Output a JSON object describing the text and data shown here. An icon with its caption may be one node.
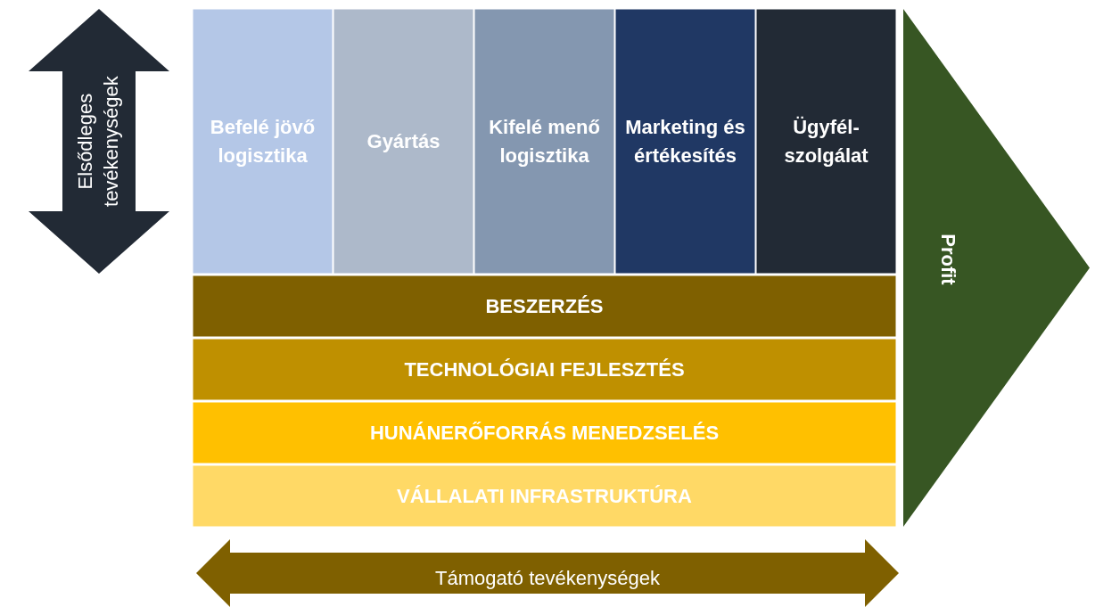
{
  "diagram": {
    "nodes": [
      {
        "text": [
          "Befelé jövő logisztika"
        ]
      },
      {
        "text": [
          "Gyártás"
        ]
      },
      {
        "text": [
          "Kifelé menő logisztika"
        ]
      },
      {
        "text": [
          "Marketing és értékesítés"
        ]
      },
      {
        "text": [
          "Ügyfél-szolgálat"
        ]
      },
      {
        "text": [
          "BESZERZÉS"
        ]
      },
      {
        "text": [
          "TECHNOLÓGIAI FEJLESZTÉS"
        ]
      },
      {
        "text": [
          "HUNÁNERŐFORRÁS MENEDZSELÉS"
        ]
      },
      {
        "text": [
          "VÁLLALATI INFRASTRUKTÚRA"
        ]
      },
      {
        "text": [
          "Profit"
        ]
      },
      {
        "text": [
          "Elsődleges tevékenységek"
        ]
      },
      {
        "text": [
          "Támogató tevékenységek"
        ]
      }
    ]
  }
}
